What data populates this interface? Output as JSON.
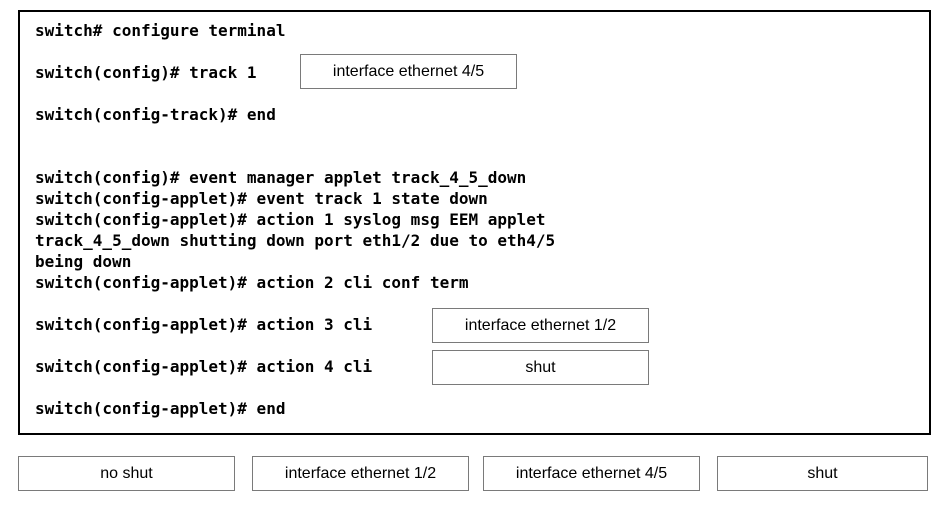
{
  "terminal": {
    "l1": "switch# configure terminal",
    "l2": "switch(config)# track 1",
    "l3": "switch(config-track)# end",
    "l4": "switch(config)# event manager applet track_4_5_down",
    "l5": "switch(config-applet)# event track 1 state down",
    "l6": "switch(config-applet)# action 1 syslog msg EEM applet",
    "l7": "track_4_5_down shutting down port eth1/2 due to eth4/5",
    "l8": "being down",
    "l9": "switch(config-applet)# action 2 cli conf term",
    "l10": "switch(config-applet)# action 3 cli",
    "l11": "switch(config-applet)# action 4 cli",
    "l12": "switch(config-applet)# end"
  },
  "slots": {
    "track": "interface ethernet 4/5",
    "action3": "interface ethernet 1/2",
    "action4": "shut"
  },
  "choices": [
    "no shut",
    "interface ethernet 1/2",
    "interface ethernet 4/5",
    "shut"
  ]
}
